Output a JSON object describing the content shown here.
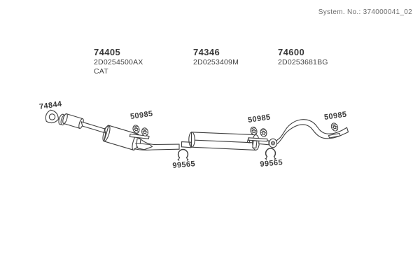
{
  "system": {
    "label": "System. No.:",
    "value": "374000041_02"
  },
  "parts": [
    {
      "id": "74405",
      "code": "2D0254500AX",
      "note": "CAT"
    },
    {
      "id": "74346",
      "code": "2D0253409M",
      "note": ""
    },
    {
      "id": "74600",
      "code": "2D0253681BG",
      "note": ""
    }
  ],
  "callouts": {
    "gasket": "74844",
    "mount_front": "50985",
    "mount_mid": "50985",
    "mount_rear": "50985",
    "clamp_front": "99565",
    "clamp_rear": "99565"
  },
  "colors": {
    "line": "#3f3f3f",
    "text": "#3a3a3a",
    "system_text": "#6e6e6e",
    "background": "#ffffff"
  }
}
